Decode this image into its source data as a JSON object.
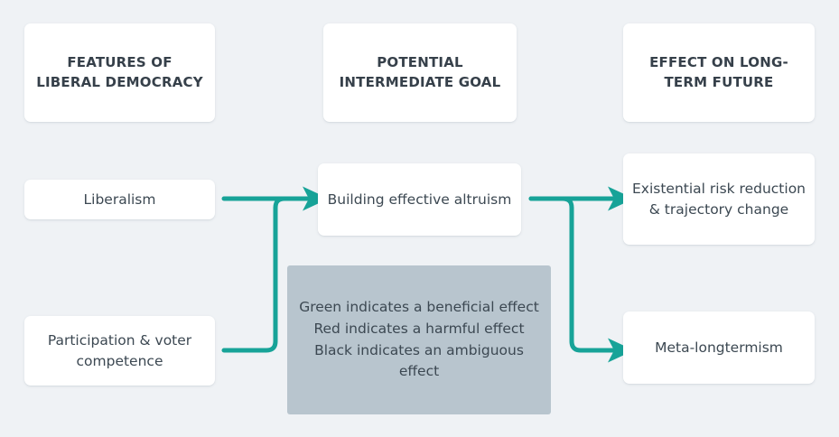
{
  "theme": {
    "background": "#eff2f5",
    "card_background": "#ffffff",
    "arrow_color": "#17a398",
    "legend_background": "#b8c5ce",
    "heading_text_color": "#36404a",
    "body_text_color": "#3c4852"
  },
  "columns": [
    {
      "id": "features-of-liberal-democracy",
      "heading": "FEATURES OF LIBERAL DEMOCRACY"
    },
    {
      "id": "potential-intermediate-goal",
      "heading": "POTENTIAL INTERMEDIATE GOAL"
    },
    {
      "id": "effect-on-long-term-future",
      "heading": "EFFECT ON LONG-TERM FUTURE"
    }
  ],
  "nodes": {
    "liberalism": "Liberalism",
    "participation": "Participation & voter competence",
    "building_effective_altruism": "Building effective altruism",
    "existential_risk": "Existential risk reduction & trajectory change",
    "meta_longtermism": "Meta-longtermism"
  },
  "legend": {
    "lines": [
      "Green indicates a beneficial effect",
      "Red indicates a harmful effect",
      "Black indicates an ambiguous effect"
    ],
    "text": "Green indicates a beneficial effect\nRed indicates a harmful effect\nBlack indicates an ambiguous effect"
  },
  "edges": [
    {
      "id": "liberalism-to-bea",
      "from": "liberalism",
      "to": "building_effective_altruism",
      "color": "#17a398",
      "meaning": "beneficial"
    },
    {
      "id": "participation-to-bea",
      "from": "participation",
      "to": "building_effective_altruism",
      "color": "#17a398",
      "meaning": "beneficial"
    },
    {
      "id": "bea-to-existential-risk",
      "from": "building_effective_altruism",
      "to": "existential_risk",
      "color": "#17a398",
      "meaning": "beneficial"
    },
    {
      "id": "bea-to-meta-longtermism",
      "from": "building_effective_altruism",
      "to": "meta_longtermism",
      "color": "#17a398",
      "meaning": "beneficial"
    }
  ]
}
